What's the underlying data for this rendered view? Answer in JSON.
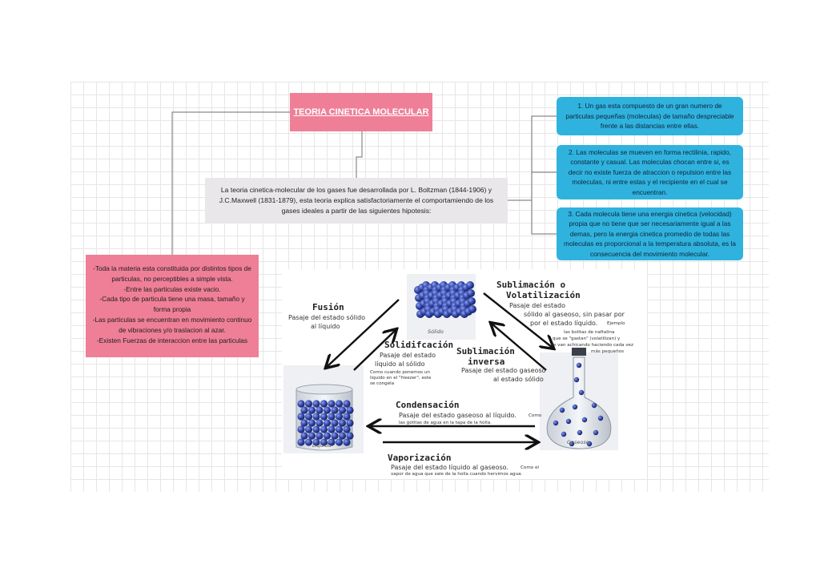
{
  "title": "TEORIA CINETICA MOLECULAR",
  "intro": "La teoria cinetica-molecular de los gases fue desarrollada por L. Boltzman (1844-1906) y J.C.Maxwell (1831-1879), esta teoria explica satisfactoriamente el comportamiendo de los gases ideales a partir de las siguientes hipotesis:",
  "left_lines": [
    "-Toda la materia esta constituida por distintos tipos de particulas, no perceptibles a simple vista.",
    "-Entre las particulas existe vacio.",
    "-Cada tipo de particula tiene una masa, tamaño y forma propia",
    "-Las particulas se encuentran en movimiento continuo de vibraciones y/o traslacion al azar.",
    "-Existen Fuerzas de interaccion entre las particulas"
  ],
  "hypotheses": [
    "1. Un gas esta compuesto de un gran numero de particulas pequeñas (moleculas) de tamaño despreciable frente a las distancias entre ellas.",
    "2. Las moleculas se mueven en forma rectilinia, rapido, constante y casual. Las moleculas chocan entre si, es decir no existe fuerza de atraccion o repulsion entre las moleculas, ni entre estas y el recipiente en el cual se encuentran.",
    "3. Cada molecula tiene una energia cinetica (velocidad) propia que no tiene que ser necesariamente igual a las demas, pero la energia cinetica promedio de todas las moleculas es proporcional a la temperatura absoluta, es la consecuencia del movimiento molecular."
  ],
  "phases": {
    "solid_caption": "Sólido",
    "liquid_caption": "Líquido",
    "gas_caption": "Gaseoso",
    "fusion": {
      "title": "Fusión",
      "line1": "Pasaje del estado sólido",
      "line2": "al líquido"
    },
    "solidificacion": {
      "title": "Solidifcación",
      "line1": "Pasaje del estado",
      "line2": "líquido al sólido",
      "note1": "Como cuando ponemos un",
      "note2": "liquido en el \"freezer\", este",
      "note3": "se congela"
    },
    "sublimacion": {
      "title1": "Sublimación o",
      "title2": "Volatilización",
      "line1": "Pasaje del estado",
      "line2": "sólido al gaseoso, sin pasar por",
      "line3": "por el estado líquido.",
      "example": "Ejemplo",
      "note1": "las bolitas de naftalina",
      "note2": "que se \"gastan\" (volatilizan) y",
      "note3": "se van achicando haciendo cada vez",
      "note4": "más pequeños"
    },
    "sublimacion_inversa": {
      "title1": "Sublimación",
      "title2": "inversa",
      "line1": "Pasaje del estado gaseoso",
      "line2": "al estado sólido"
    },
    "condensacion": {
      "title": "Condensación",
      "line1": "Pasaje del estado gaseoso al líquido.",
      "inline": "Como",
      "note": "las gotitas de agua en la tapa de la holla."
    },
    "vaporizacion": {
      "title": "Vaporización",
      "line1": "Pasaje del estado líquido al gaseoso.",
      "inline": "Como el",
      "note": "vapor de agua que sale de la holla cuando hervimos  agua."
    }
  },
  "colors": {
    "title_bg": "#ef7f97",
    "intro_bg": "#e9e7ea",
    "left_bg": "#ef7f97",
    "hyp_bg": "#2fb3de",
    "molecule": "#3346a8"
  }
}
